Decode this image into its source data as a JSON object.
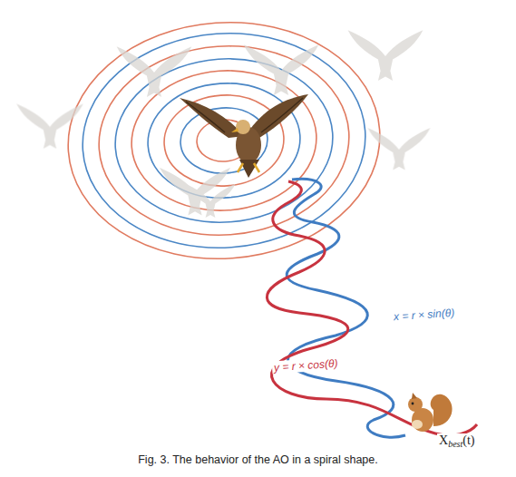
{
  "diagram": {
    "caption": "Fig. 3. The behavior of the AO in a spiral shape.",
    "labels": [
      "x = r × sin(θ)",
      "y = r × cos(θ)",
      "X",
      "best",
      "(t)"
    ]
  }
}
